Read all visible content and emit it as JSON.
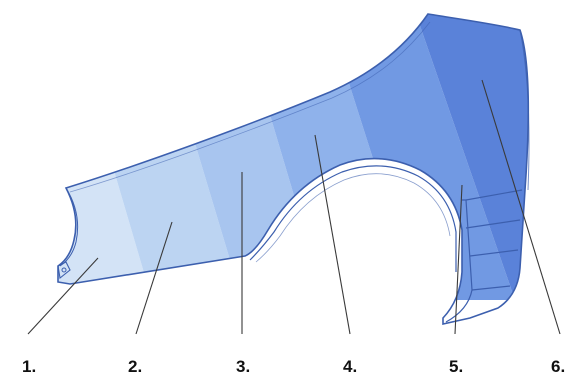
{
  "figure": {
    "segments": [
      {
        "label": "1.",
        "color": "#d3e3f6"
      },
      {
        "label": "2.",
        "color": "#bcd4f2"
      },
      {
        "label": "3.",
        "color": "#a8c5ef"
      },
      {
        "label": "4.",
        "color": "#8fb2eb"
      },
      {
        "label": "5.",
        "color": "#7199e3"
      },
      {
        "label": "6.",
        "color": "#5a82d9"
      }
    ],
    "outline_color": "#3c5fae"
  }
}
